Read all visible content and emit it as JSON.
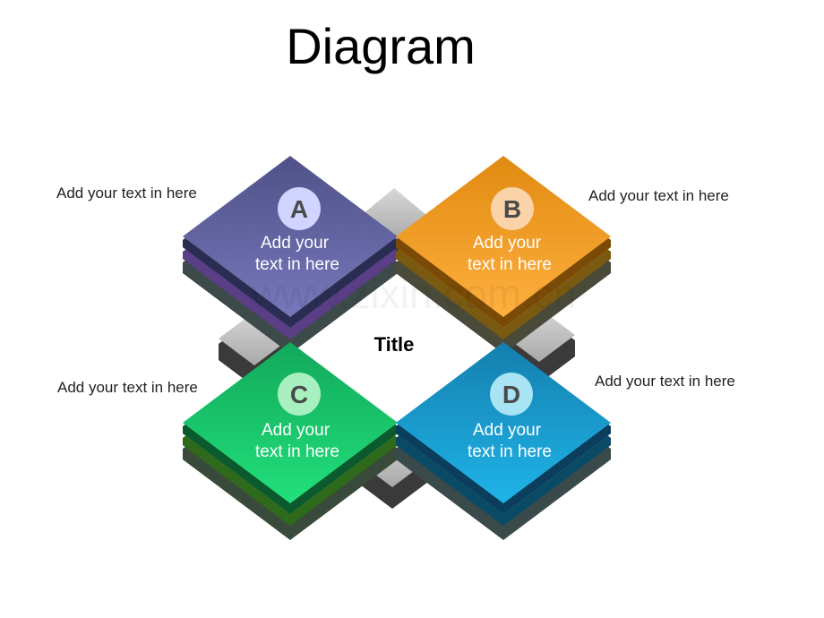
{
  "title": "Diagram",
  "center_title": "Title",
  "watermark": "www.zixin.com.cn",
  "side_notes": {
    "a": "Add your text in here",
    "b": "Add your text in here",
    "c": "Add your text in here",
    "d": "Add your text in here"
  },
  "tiles": [
    {
      "letter": "A",
      "line1": "Add your",
      "line2": "text in here",
      "color": "#5b5fa0",
      "layer_color": "#9a6cd6",
      "badge_color": "#d0d4ff"
    },
    {
      "letter": "B",
      "line1": "Add your",
      "line2": "text in here",
      "color": "#f39a1c",
      "layer_color": "#ffd36a",
      "badge_color": "#fbd3a8"
    },
    {
      "letter": "C",
      "line1": "Add your",
      "line2": "text in here",
      "color": "#17c46a",
      "layer_color": "#7cf06a",
      "badge_color": "#a8f0c0"
    },
    {
      "letter": "D",
      "line1": "Add your",
      "line2": "text in here",
      "color": "#1796cc",
      "layer_color": "#46e0ff",
      "badge_color": "#a8e4f4"
    }
  ]
}
